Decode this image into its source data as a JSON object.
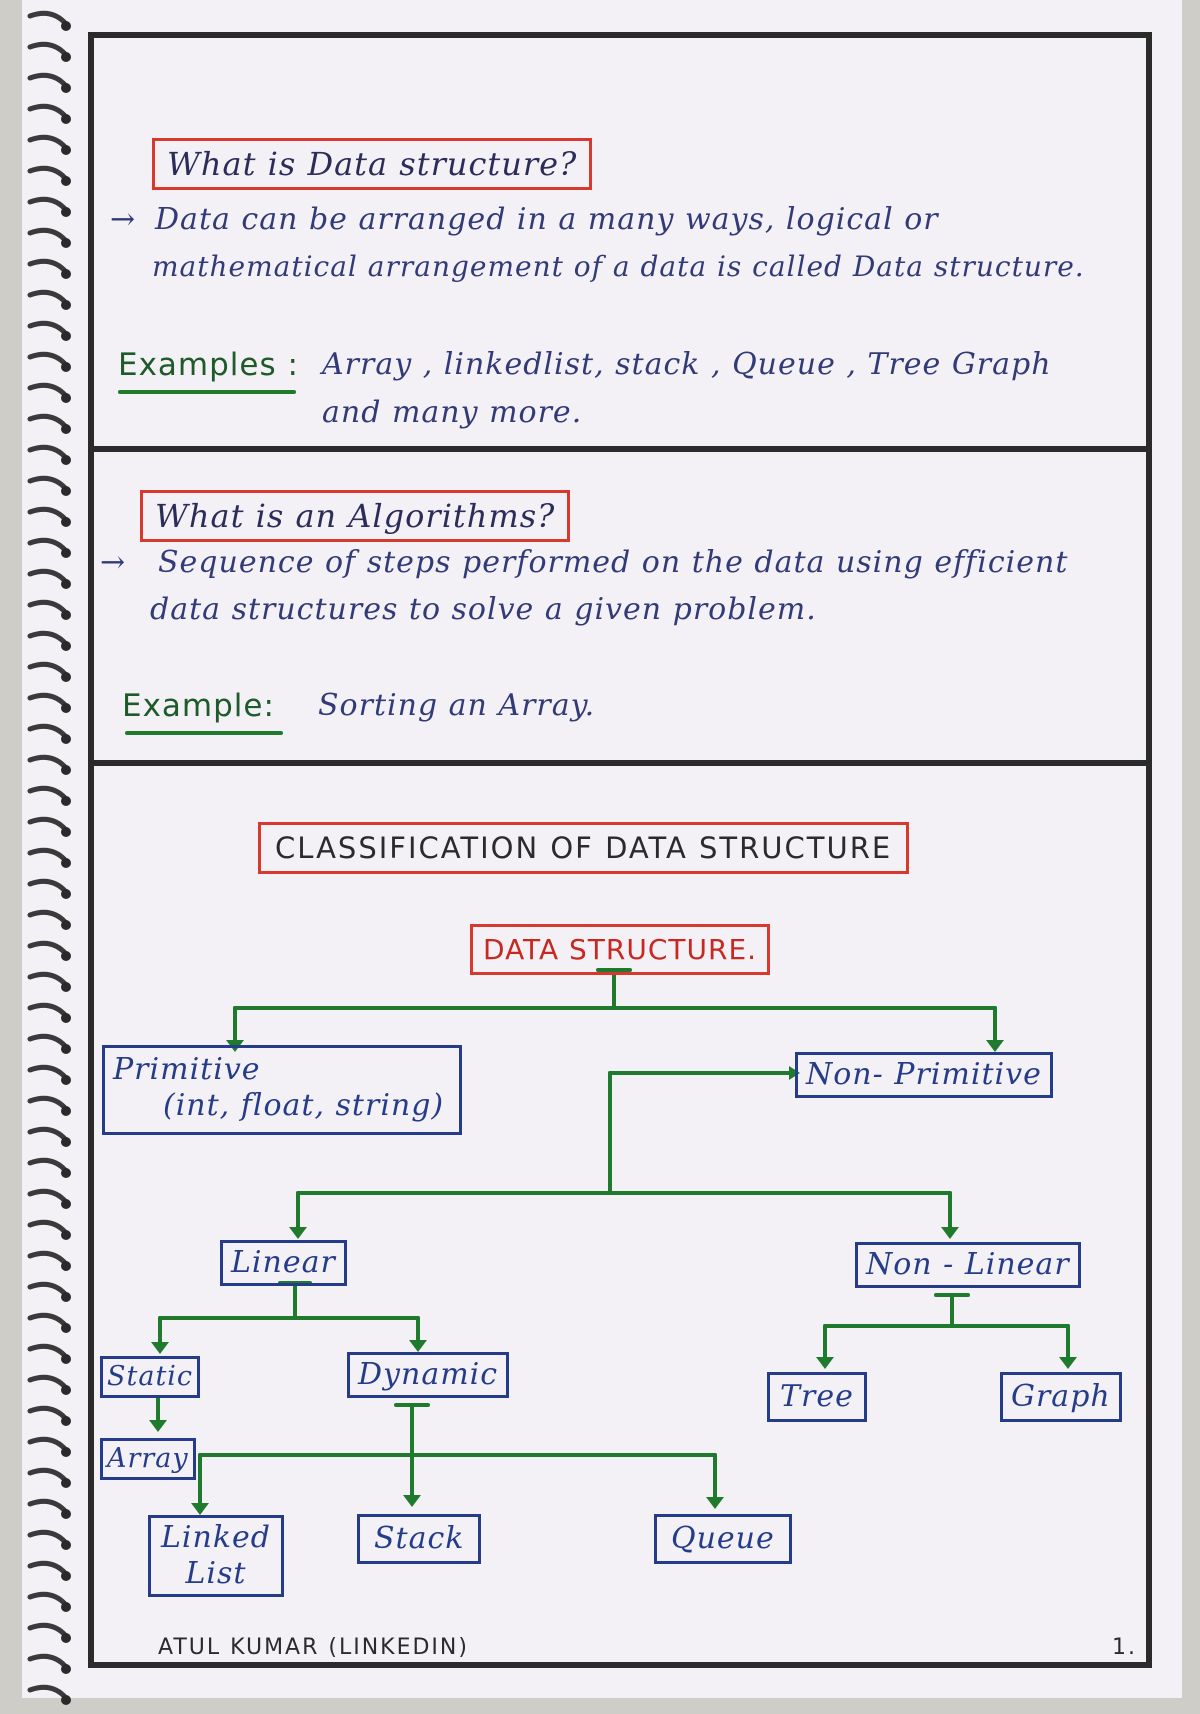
{
  "section1": {
    "question": "What is Data structure?",
    "arrow": "→",
    "line1": "Data can be arranged in a many ways, logical or",
    "line2": "mathematical arrangement of a data is called Data structure.",
    "examples_label": "Examples :",
    "examples_line1": "Array , linkedlist, stack , Queue , Tree Graph",
    "examples_line2": "and many more."
  },
  "section2": {
    "question": "What is an Algorithms?",
    "arrow": "→",
    "line1": "Sequence of steps performed on the data using efficient",
    "line2": "data structures to solve a given problem.",
    "example_label": "Example:",
    "example_text": "Sorting an Array."
  },
  "section3": {
    "title": "CLASSIFICATION OF DATA STRUCTURE",
    "root": "DATA STRUCTURE.",
    "primitive": "Primitive",
    "primitive_sub": "(int, float, string)",
    "non_primitive": "Non- Primitive",
    "linear": "Linear",
    "non_linear": "Non - Linear",
    "static": "Static",
    "dynamic": "Dynamic",
    "array": "Array",
    "linked_list_1": "Linked",
    "linked_list_2": "List",
    "stack": "Stack",
    "queue": "Queue",
    "tree": "Tree",
    "graph": "Graph"
  },
  "footer": {
    "author": "ATUL KUMAR (LINKEDIN)",
    "page_number": "1."
  },
  "colors": {
    "red_box": "#d8392e",
    "green_line": "#1f7a2e",
    "blue_box": "#253c8a",
    "frame": "#2b2b2b"
  }
}
